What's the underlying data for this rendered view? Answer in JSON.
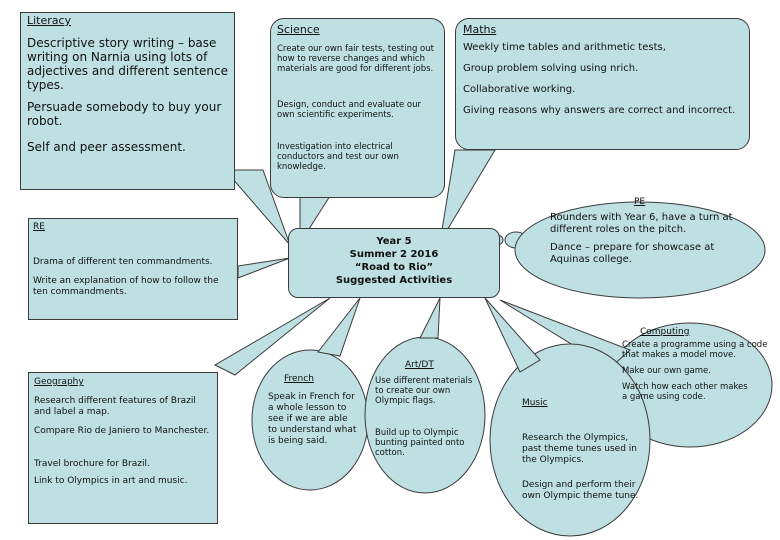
{
  "literacy": {
    "title": "Literacy",
    "items": [
      "Descriptive story writing – base writing on Narnia using lots of adjectives and different sentence types.",
      "Persuade somebody to buy your robot.",
      "Self and peer assessment."
    ]
  },
  "science": {
    "title": "Science",
    "items": [
      "Create our own fair tests, testing out how to reverse changes and which materials are good for different jobs.",
      "Design, conduct and evaluate our own scientific experiments.",
      "Investigation into electrical conductors and test our own knowledge."
    ]
  },
  "maths": {
    "title": "Maths",
    "items": [
      "Weekly time tables and arithmetic tests,",
      "Group problem solving using nrich.",
      "Collaborative working.",
      "Giving reasons why answers are correct and incorrect."
    ]
  },
  "pe": {
    "title": "PE",
    "items": [
      "Rounders with Year 6, have a turn at different roles on the pitch.",
      "Dance – prepare for showcase at Aquinas college."
    ]
  },
  "re": {
    "title": "RE",
    "items": [
      "Drama of different ten commandments.",
      "Write an explanation of how to follow the ten commandments."
    ]
  },
  "center": {
    "line1": "Year 5",
    "line2": "Summer 2 2016",
    "line3": "“Road to Rio”",
    "line4": "Suggested Activities"
  },
  "computing": {
    "title": "Computing",
    "items": [
      "Create a programme using a code that makes a model move.",
      "Make our own game.",
      "Watch how each other makes a game using code."
    ]
  },
  "geography": {
    "title": "Geography",
    "items": [
      "Research different features of Brazil and label a map.",
      "Compare Rio de Janiero to Manchester.",
      "Travel brochure for Brazil.",
      "Link to Olympics in art and music."
    ]
  },
  "french": {
    "title": "French",
    "items": [
      "Speak in French for a whole lesson to see if we are able to understand what is being said."
    ]
  },
  "art": {
    "title": "Art/DT",
    "items": [
      "Use different materials to create our own Olympic flags.",
      "Build up to Olympic bunting painted onto cotton."
    ]
  },
  "music": {
    "title": "Music",
    "items": [
      "Research the Olympics, past theme tunes used in the Olympics.",
      "Design and perform their own Olympic theme tune."
    ]
  },
  "colors": {
    "fill": "#bfe0e3",
    "stroke": "#3b3b3b"
  }
}
